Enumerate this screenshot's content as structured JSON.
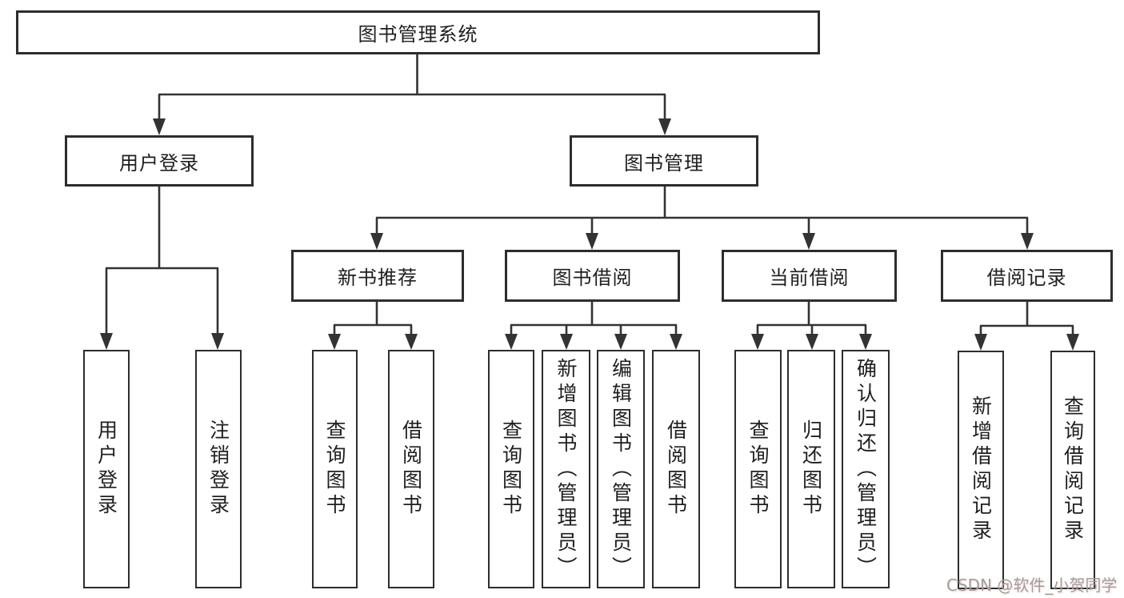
{
  "tree": {
    "root": {
      "label": "图书管理系统"
    },
    "branches": [
      {
        "label": "用户登录",
        "children": [
          {
            "label": "用户登录"
          },
          {
            "label": "注销登录"
          }
        ]
      },
      {
        "label": "图书管理",
        "groups": [
          {
            "label": "新书推荐",
            "children": [
              {
                "label": "查询图书"
              },
              {
                "label": "借阅图书"
              }
            ]
          },
          {
            "label": "图书借阅",
            "children": [
              {
                "label": "查询图书"
              },
              {
                "label": "新增图书（管理员）"
              },
              {
                "label": "编辑图书（管理员）"
              },
              {
                "label": "借阅图书"
              }
            ]
          },
          {
            "label": "当前借阅",
            "children": [
              {
                "label": "查询图书"
              },
              {
                "label": "归还图书"
              },
              {
                "label": "确认归还（管理员）"
              }
            ]
          },
          {
            "label": "借阅记录",
            "children": [
              {
                "label": "新增借阅记录"
              },
              {
                "label": "查询借阅记录"
              }
            ]
          }
        ]
      }
    ]
  },
  "watermark": {
    "text": "CSDN @软件_小贺同学",
    "color": "#9d9d9d"
  },
  "colors": {
    "line": "#333333",
    "box_border": "#2d2d2d",
    "text": "#1f1f1f",
    "background": "#ffffff"
  }
}
